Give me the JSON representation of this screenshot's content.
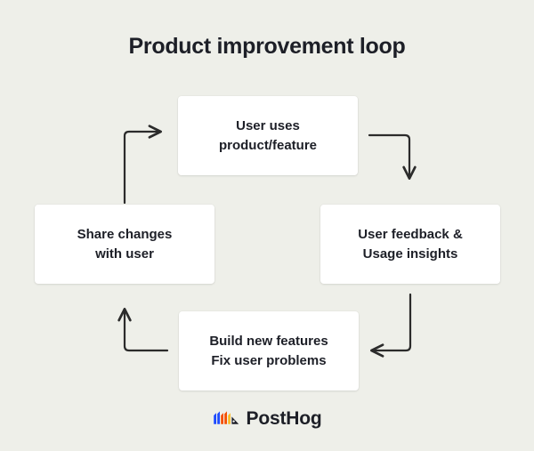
{
  "page": {
    "title": "Product improvement loop",
    "background_color": "#EEEFE9",
    "text_color": "#1D1F27",
    "card_color": "#FFFFFF",
    "arrow_color": "#2B2B2B"
  },
  "diagram": {
    "type": "cycle",
    "nodes": [
      {
        "id": "top",
        "label": "User uses\nproduct/feature"
      },
      {
        "id": "right",
        "label": "User feedback &\nUsage insights"
      },
      {
        "id": "bottom",
        "label": "Build new features\nFix user problems"
      },
      {
        "id": "left",
        "label": "Share changes\nwith user"
      }
    ],
    "arrows": [
      {
        "id": "top-to-right",
        "from": "top",
        "to": "right",
        "direction": "down"
      },
      {
        "id": "right-to-bottom",
        "from": "right",
        "to": "bottom",
        "direction": "left"
      },
      {
        "id": "bottom-to-left",
        "from": "bottom",
        "to": "left",
        "direction": "up"
      },
      {
        "id": "left-to-top",
        "from": "left",
        "to": "top",
        "direction": "right"
      }
    ]
  },
  "footer": {
    "brand_name": "PostHog",
    "logo_icon": "posthog-hedgehog-stripes-icon",
    "logo_colors": {
      "blue": "#1D4AFF",
      "orange": "#F54E00",
      "yellow": "#F9BD2B",
      "dark": "#1D1F27"
    }
  }
}
